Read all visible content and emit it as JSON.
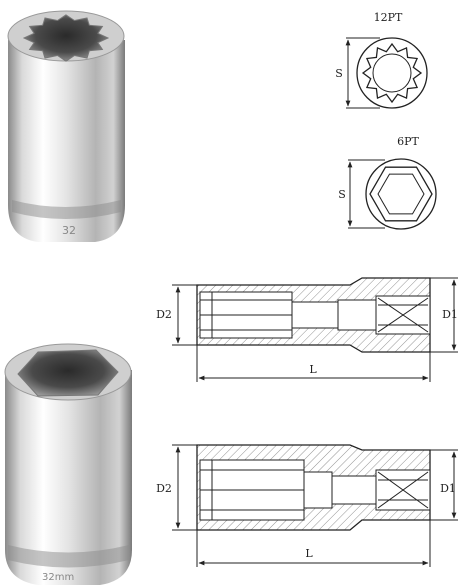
{
  "figure": {
    "title": "",
    "products": [
      {
        "name": "deep-socket-12pt",
        "engraving": "32"
      },
      {
        "name": "deep-socket-6pt",
        "engraving": "32mm"
      }
    ],
    "profiles": {
      "twelve_point": {
        "label": "12PT",
        "dim": "S"
      },
      "six_point": {
        "label": "6PT",
        "dim": "S"
      }
    },
    "side_views": [
      {
        "left_dim": "D2",
        "right_dim": "D1",
        "length_dim": "L"
      },
      {
        "left_dim": "D2",
        "right_dim": "D1",
        "length_dim": "L"
      }
    ]
  }
}
